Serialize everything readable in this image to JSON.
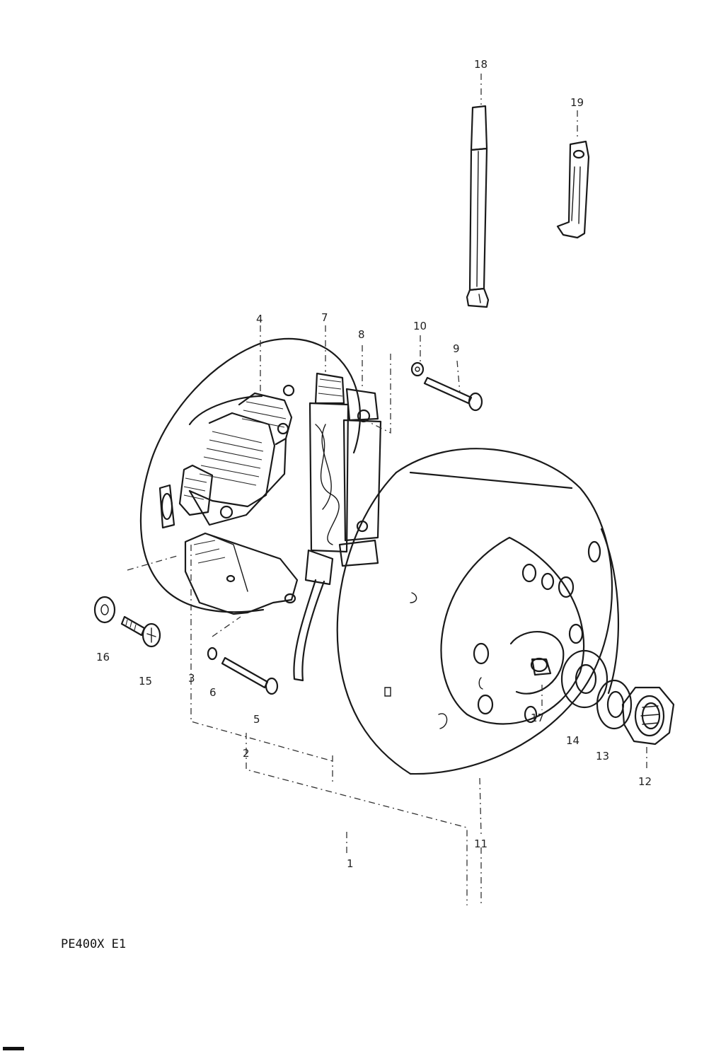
{
  "diagram": {
    "model_code": "PE400X E1",
    "callouts": [
      "1",
      "2",
      "3",
      "4",
      "5",
      "6",
      "7",
      "8",
      "9",
      "10",
      "11",
      "12",
      "13",
      "14",
      "15",
      "16",
      "17",
      "18",
      "19"
    ]
  }
}
